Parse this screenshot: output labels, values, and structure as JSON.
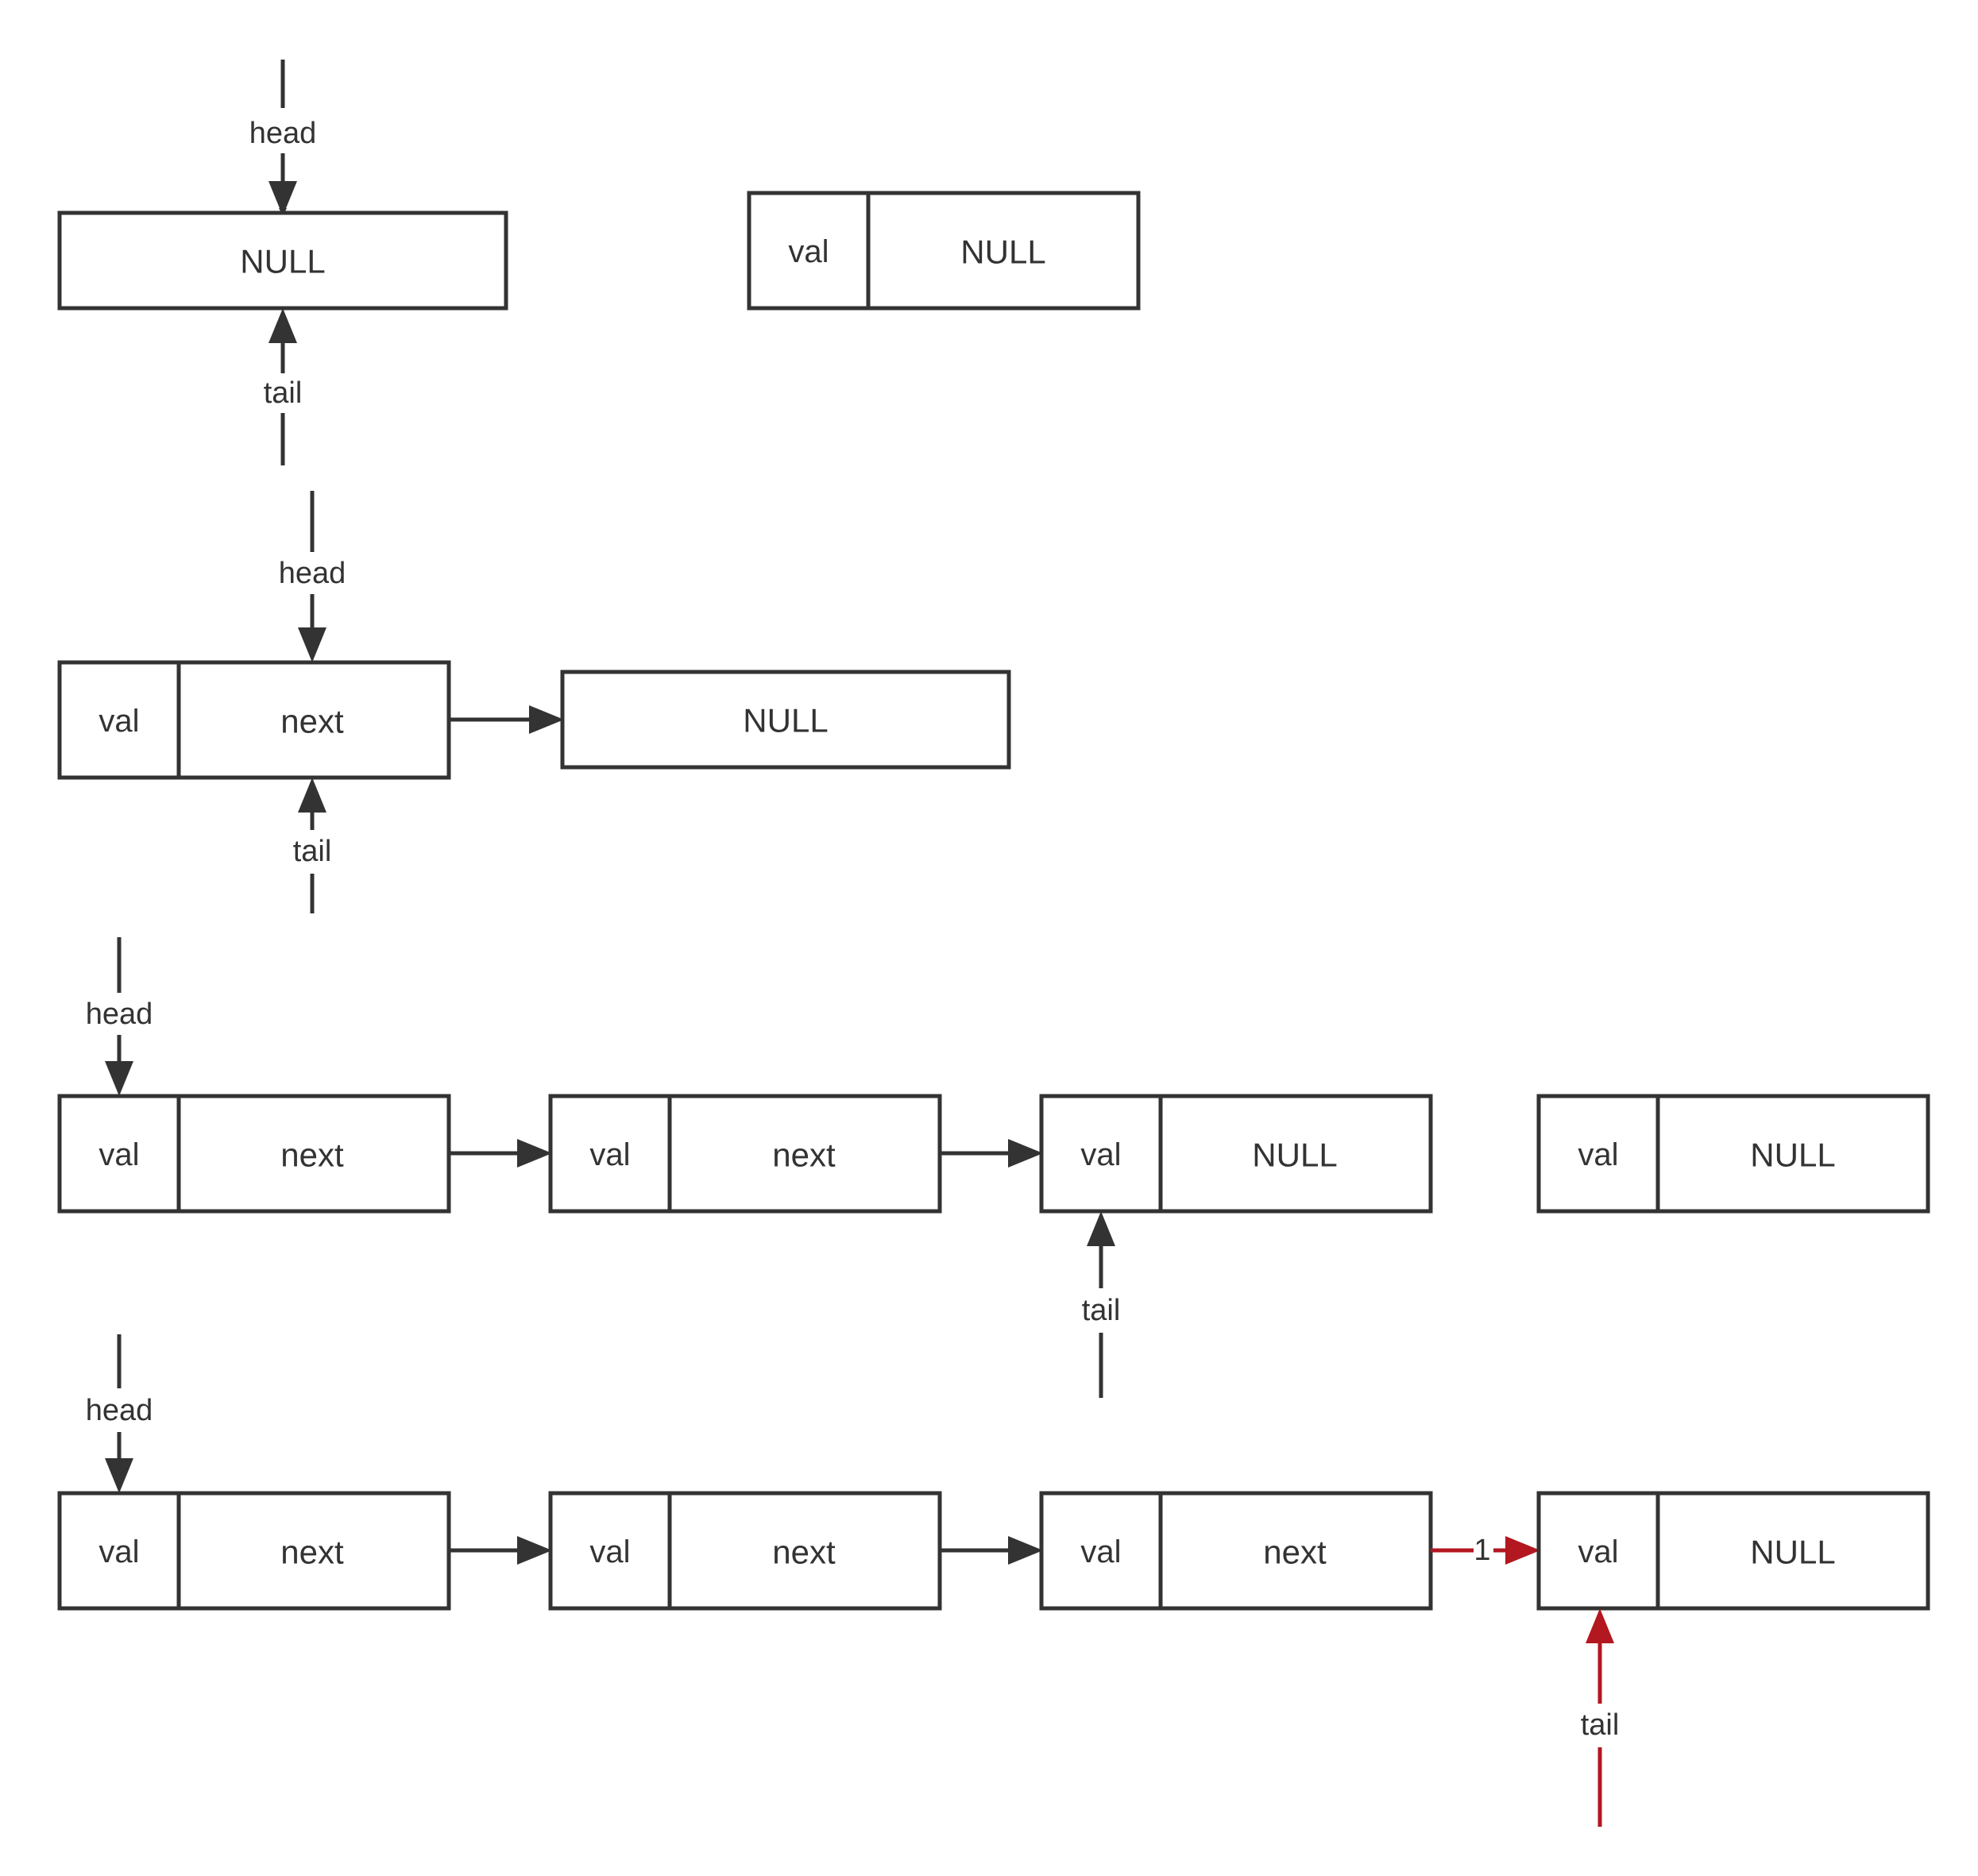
{
  "labels": {
    "head": "head",
    "tail": "tail",
    "val": "val",
    "next": "next",
    "null": "NULL",
    "edge_step": "1"
  },
  "colors": {
    "stroke": "#333333",
    "highlight": "#b3171f",
    "background": "#ffffff"
  }
}
